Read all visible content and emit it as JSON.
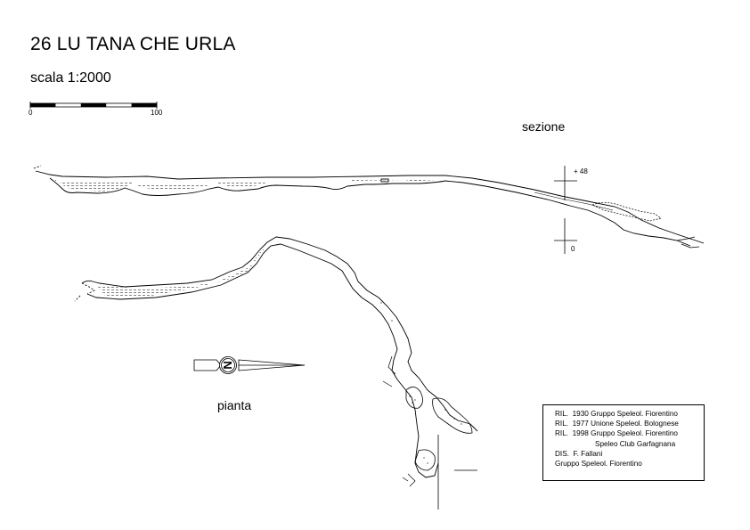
{
  "header": {
    "title": "26 LU TANA CHE URLA",
    "scale": "scala 1:2000"
  },
  "scale_bar": {
    "label_start": "0",
    "label_end": "100",
    "segments": 5
  },
  "section": {
    "label": "sezione",
    "elevation_top": "+ 48",
    "elevation_bottom": "0"
  },
  "plan": {
    "label": "pianta",
    "north_arrow_letter": "N"
  },
  "credits": [
    {
      "key": "RIL.",
      "text": "1930  Gruppo Speleol. Fiorentino"
    },
    {
      "key": "RIL.",
      "text": "1977  Unione Speleol. Bolognese"
    },
    {
      "key": "RIL.",
      "text": "1998  Gruppo Speleol. Fiorentino"
    },
    {
      "key": "",
      "text": "Speleo Club Garfagnana"
    },
    {
      "key": "DIS.",
      "text": "F. Fallani"
    },
    {
      "key": "",
      "text": "Gruppo Speleol. Fiorentino"
    }
  ],
  "colors": {
    "ink": "#000000",
    "paper": "#ffffff"
  }
}
